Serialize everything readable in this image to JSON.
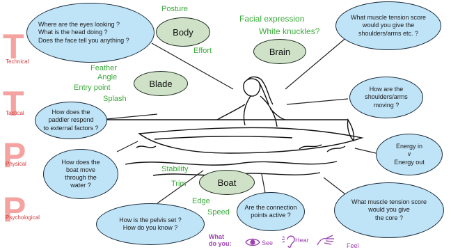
{
  "hubs": {
    "body": "Body",
    "brain": "Brain",
    "blade": "Blade",
    "boat": "Boat"
  },
  "body_cues": [
    "Posture",
    "Effort"
  ],
  "brain_cues": [
    "Facial expression",
    "White knuckles?"
  ],
  "blade_cues": [
    "Feather",
    "Angle",
    "Entry point",
    "Splash"
  ],
  "boat_cues": [
    "Stability",
    "Trim",
    "Edge",
    "Speed"
  ],
  "questions": {
    "eyes_head_face": "Where are the eyes looking ?\nWhat is the head doing ?\nDoes the face tell you anything ?",
    "tension_shoulders": "What muscle tension score\nwould you give the\nshoulders/arms etc. ?",
    "shoulders_moving": "How are the\nshoulders/arms\nmoving ?",
    "external_factors": "How does the\npaddler respond\nto external factors ?",
    "energy": "Energy in\nv\nEnergy out",
    "boat_move": "How does the\nboat move\nthrough the\nwater ?",
    "pelvis": "How is the pelvis set ?\nHow do you know ?",
    "connection": "Are the connection\npoints active ?",
    "tension_core": "What muscle tension score\nwould you give\nthe core ?"
  },
  "tips": {
    "t1": {
      "letter": "T",
      "label": "Technical"
    },
    "t2": {
      "letter": "T",
      "label": "Tactical"
    },
    "p1": {
      "letter": "P",
      "label": "Physical"
    },
    "p2": {
      "letter": "P",
      "label": "Psychological"
    }
  },
  "footer": {
    "what": "What",
    "do_you": "do you:",
    "see": "See",
    "hear": "Hear",
    "feel": "Feel"
  },
  "colors": {
    "question_fill": "#bfe3f7",
    "hub_fill": "#cfe2c7",
    "cue_text": "#3aaa3a",
    "tips_letter": "#f4a3a0",
    "tips_label": "#d23a3a",
    "footer": "#9b42b0"
  }
}
